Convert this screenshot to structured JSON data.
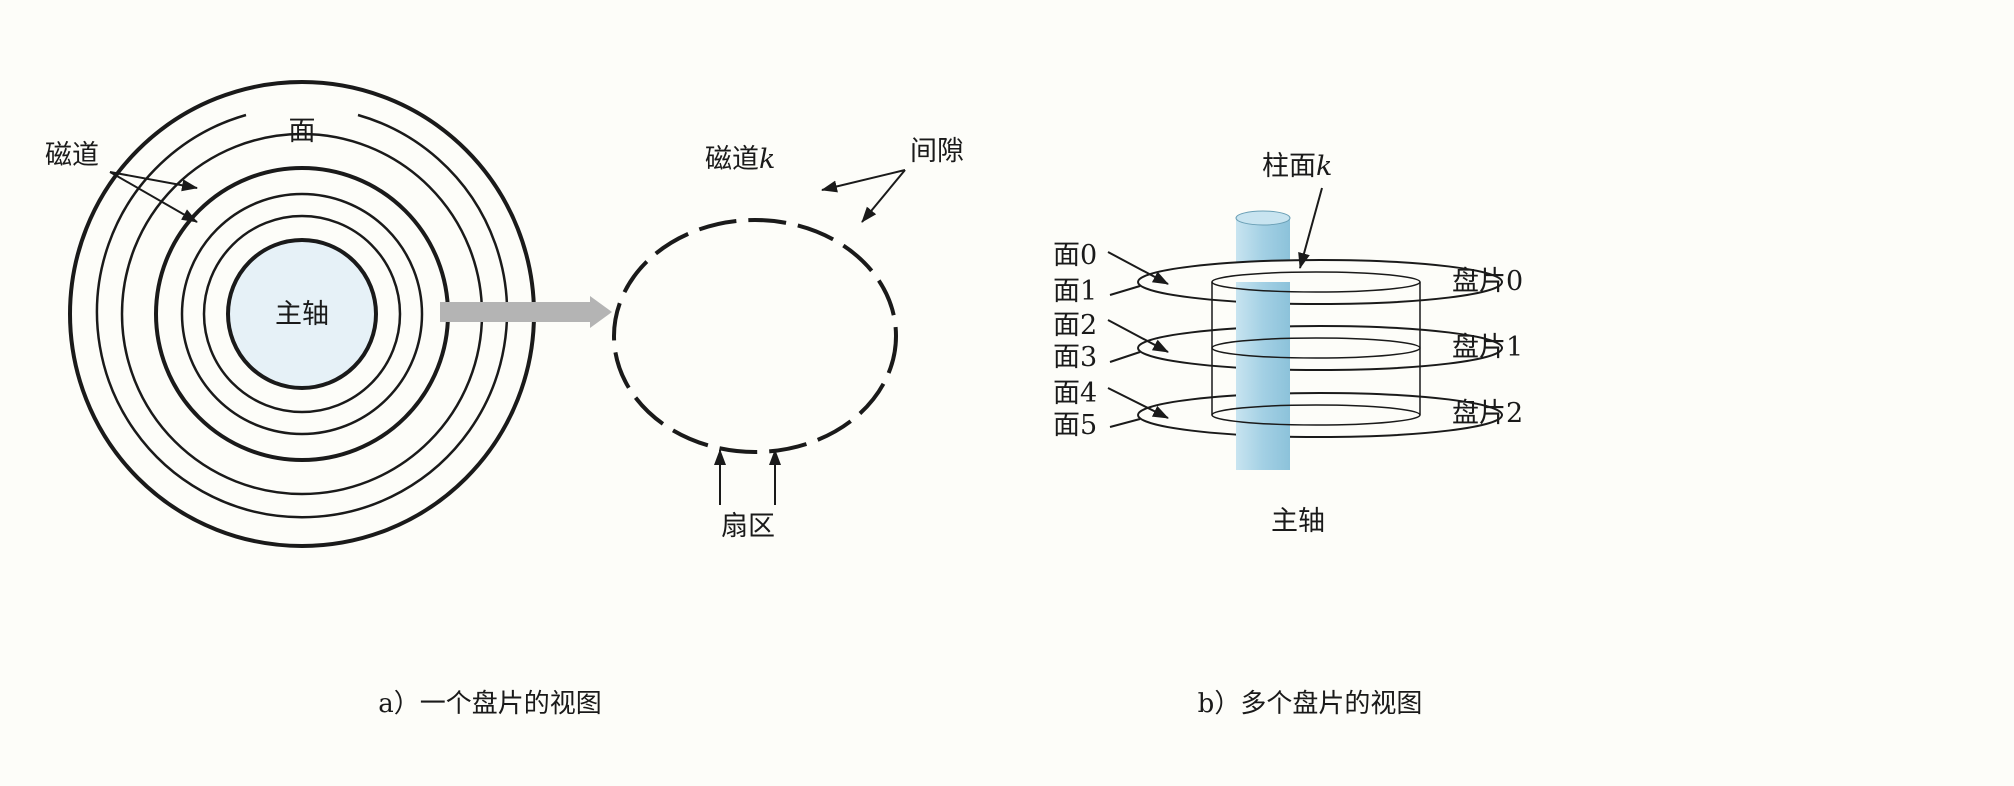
{
  "colors": {
    "spindle_fill": "#e6f1f7",
    "cylinder_fill": "#a9d3e6",
    "arrow_grey": "#b0b0b0",
    "ink": "#1a1a1a"
  },
  "panel_a": {
    "caption": "a）一个盘片的视图",
    "track_label": "磁道",
    "surface_label": "面",
    "spindle_label": "主轴",
    "track_k_label": "磁道",
    "track_k_var": "k",
    "gap_label": "间隙",
    "sector_label": "扇区"
  },
  "panel_b": {
    "caption": "b）多个盘片的视图",
    "cylinder_label": "柱面",
    "cylinder_var": "k",
    "spindle_label": "主轴",
    "surfaces": [
      "面0",
      "面1",
      "面2",
      "面3",
      "面4",
      "面5"
    ],
    "platters": [
      "盘片0",
      "盘片1",
      "盘片2"
    ]
  }
}
